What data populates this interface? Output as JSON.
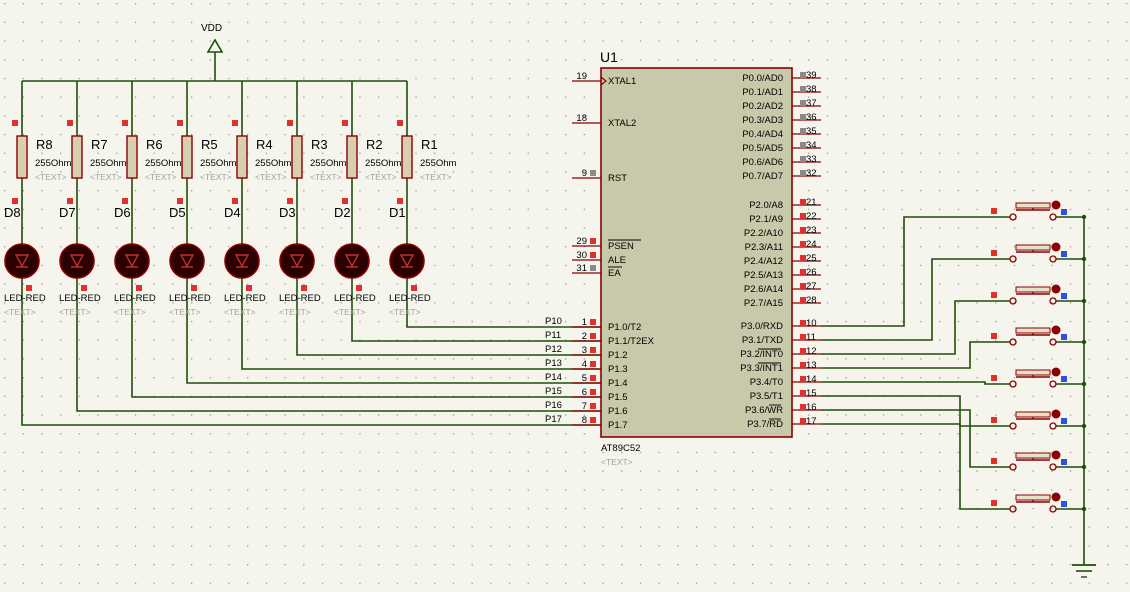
{
  "colors": {
    "background": "#f5f5ee",
    "grid_dot": "#9a9a8a",
    "wire": "#1f4f0a",
    "component": "#8b0000",
    "pin_marker": "#e03030",
    "pin_marker_grey": "#8a8a8a",
    "pin_marker_blue": "#3050e0",
    "ic_body": "#c8c8aa",
    "led_fill": "#2a0000",
    "text_muted": "#a0a0a0"
  },
  "power": {
    "vdd_label": "VDD"
  },
  "resistors": [
    {
      "ref": "R8",
      "value": "255Ohm",
      "text": "<TEXT>"
    },
    {
      "ref": "R7",
      "value": "255Ohm",
      "text": "<TEXT>"
    },
    {
      "ref": "R6",
      "value": "255Ohm",
      "text": "<TEXT>"
    },
    {
      "ref": "R5",
      "value": "255Ohm",
      "text": "<TEXT>"
    },
    {
      "ref": "R4",
      "value": "255Ohm",
      "text": "<TEXT>"
    },
    {
      "ref": "R3",
      "value": "255Ohm",
      "text": "<TEXT>"
    },
    {
      "ref": "R2",
      "value": "255Ohm",
      "text": "<TEXT>"
    },
    {
      "ref": "R1",
      "value": "255Ohm",
      "text": "<TEXT>"
    }
  ],
  "leds": [
    {
      "ref": "D8",
      "value": "LED-RED",
      "text": "<TEXT>"
    },
    {
      "ref": "D7",
      "value": "LED-RED",
      "text": "<TEXT>"
    },
    {
      "ref": "D6",
      "value": "LED-RED",
      "text": "<TEXT>"
    },
    {
      "ref": "D5",
      "value": "LED-RED",
      "text": "<TEXT>"
    },
    {
      "ref": "D4",
      "value": "LED-RED",
      "text": "<TEXT>"
    },
    {
      "ref": "D3",
      "value": "LED-RED",
      "text": "<TEXT>"
    },
    {
      "ref": "D2",
      "value": "LED-RED",
      "text": "<TEXT>"
    },
    {
      "ref": "D1",
      "value": "LED-RED",
      "text": "<TEXT>"
    }
  ],
  "net_labels": [
    "P10",
    "P11",
    "P12",
    "P13",
    "P14",
    "P15",
    "P16",
    "P17"
  ],
  "mcu": {
    "ref": "U1",
    "part": "AT89C52",
    "text": "<TEXT>",
    "left_pins": [
      {
        "num": "19",
        "name": "XTAL1"
      },
      {
        "num": "18",
        "name": "XTAL2"
      },
      {
        "num": "9",
        "name": "RST"
      },
      {
        "num": "29",
        "name": "PSEN"
      },
      {
        "num": "30",
        "name": "ALE"
      },
      {
        "num": "31",
        "name": "EA"
      },
      {
        "num": "1",
        "name": "P1.0/T2"
      },
      {
        "num": "2",
        "name": "P1.1/T2EX"
      },
      {
        "num": "3",
        "name": "P1.2"
      },
      {
        "num": "4",
        "name": "P1.3"
      },
      {
        "num": "5",
        "name": "P1.4"
      },
      {
        "num": "6",
        "name": "P1.5"
      },
      {
        "num": "7",
        "name": "P1.6"
      },
      {
        "num": "8",
        "name": "P1.7"
      }
    ],
    "right_pins": [
      {
        "num": "39",
        "name": "P0.0/AD0"
      },
      {
        "num": "38",
        "name": "P0.1/AD1"
      },
      {
        "num": "37",
        "name": "P0.2/AD2"
      },
      {
        "num": "36",
        "name": "P0.3/AD3"
      },
      {
        "num": "35",
        "name": "P0.4/AD4"
      },
      {
        "num": "34",
        "name": "P0.5/AD5"
      },
      {
        "num": "33",
        "name": "P0.6/AD6"
      },
      {
        "num": "32",
        "name": "P0.7/AD7"
      },
      {
        "num": "21",
        "name": "P2.0/A8"
      },
      {
        "num": "22",
        "name": "P2.1/A9"
      },
      {
        "num": "23",
        "name": "P2.2/A10"
      },
      {
        "num": "24",
        "name": "P2.3/A11"
      },
      {
        "num": "25",
        "name": "P2.4/A12"
      },
      {
        "num": "26",
        "name": "P2.5/A13"
      },
      {
        "num": "27",
        "name": "P2.6/A14"
      },
      {
        "num": "28",
        "name": "P2.7/A15"
      },
      {
        "num": "10",
        "name": "P3.0/RXD"
      },
      {
        "num": "11",
        "name": "P3.1/TXD"
      },
      {
        "num": "12",
        "name": "P3.2/INT0"
      },
      {
        "num": "13",
        "name": "P3.3/INT1"
      },
      {
        "num": "14",
        "name": "P3.4/T0"
      },
      {
        "num": "15",
        "name": "P3.5/T1"
      },
      {
        "num": "16",
        "name": "P3.6/WR"
      },
      {
        "num": "17",
        "name": "P3.7/RD"
      }
    ]
  }
}
